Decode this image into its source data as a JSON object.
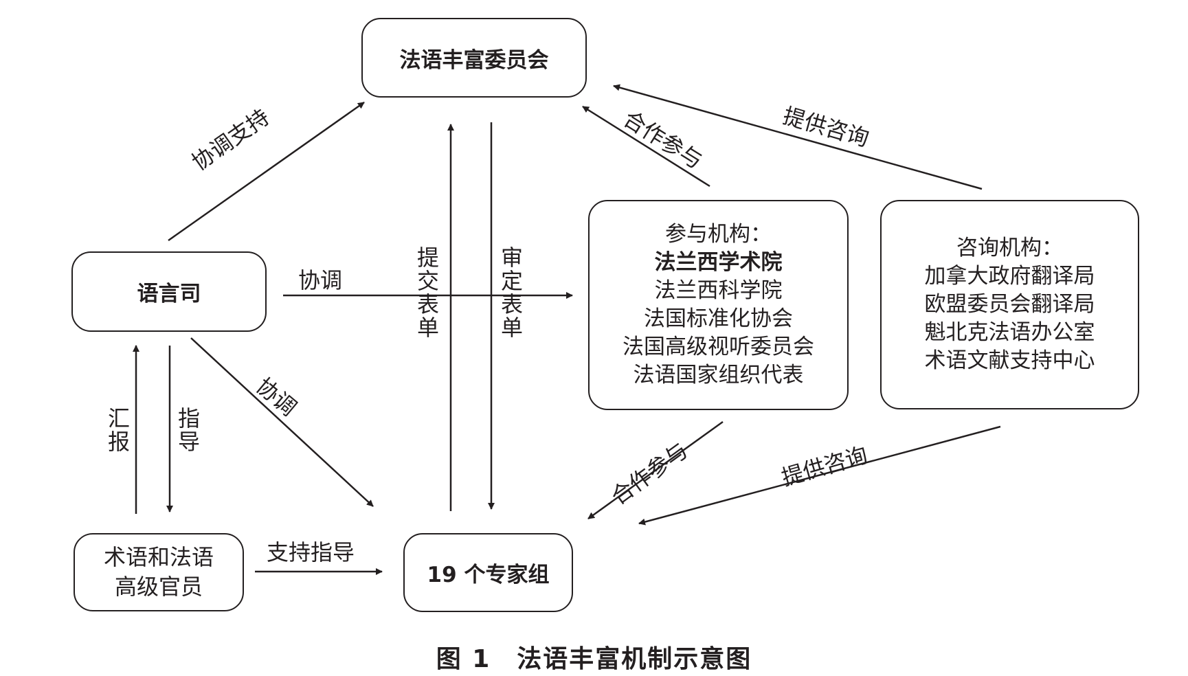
{
  "nodes": {
    "committee": "法语丰富委员会",
    "dept": "语言司",
    "officials": [
      "术语和法语",
      "高级官员"
    ],
    "experts": "19 个专家组",
    "participants": {
      "title": "参与机构：",
      "items": [
        "法兰西学术院",
        "法兰西科学院",
        "法国标准化协会",
        "法国高级视听委员会",
        "法语国家组织代表"
      ]
    },
    "advisors": {
      "title": "咨询机构：",
      "items": [
        "加拿大政府翻译局",
        "欧盟委员会翻译局",
        "魁北克法语办公室",
        "术语文献支持中心"
      ]
    }
  },
  "edges": {
    "dept_to_committee": "协调支持",
    "dept_to_participants": "协调",
    "dept_to_experts": "协调",
    "report": "汇报",
    "guide": "指导",
    "officials_to_experts": "支持指导",
    "submit_form": "提交表单",
    "approve_form": "审定表单",
    "participants_to_committee": "合作参与",
    "advisors_to_committee": "提供咨询",
    "participants_to_experts": "合作参与",
    "advisors_to_experts": "提供咨询"
  },
  "caption": "图 1　法语丰富机制示意图"
}
